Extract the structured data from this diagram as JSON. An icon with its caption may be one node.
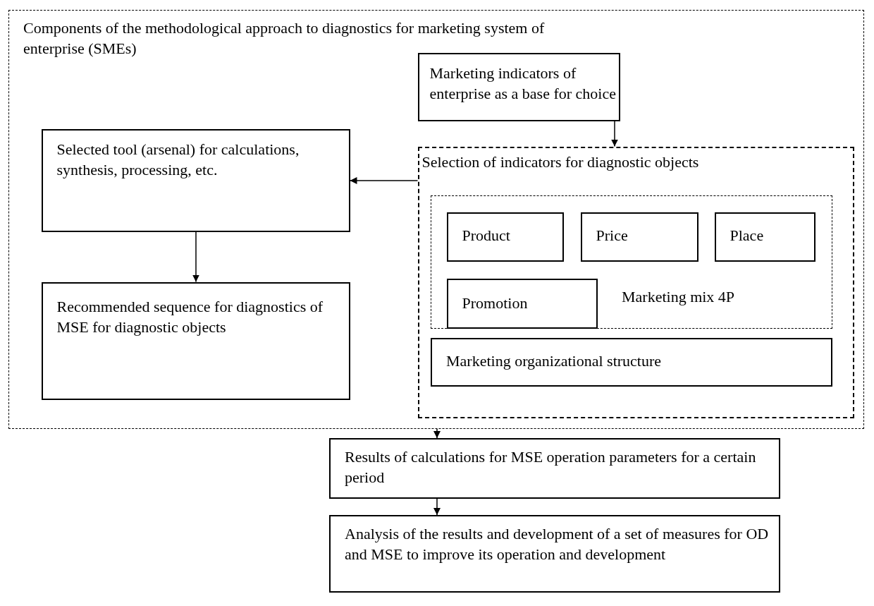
{
  "diagram": {
    "nodes": [
      {
        "text": [
          "Components of the methodological approach to diagnostics for marketing system of enterprise (SMEs)"
        ]
      },
      {
        "text": [
          "Marketing indicators of enterprise as a base for choice"
        ],
        "in": 0
      },
      {
        "text": [
          "Selected tool (arsenal) for calculations, synthesis, processing, etc."
        ],
        "in": 0
      },
      {
        "text": [
          "Selection of indicators for diagnostic objects"
        ],
        "in": 0
      },
      {
        "text": [
          "Marketing mix 4P"
        ],
        "in": 3
      },
      {
        "text": [
          "Product"
        ],
        "in": 4
      },
      {
        "text": [
          "Price"
        ],
        "in": 4
      },
      {
        "text": [
          "Place"
        ],
        "in": 4
      },
      {
        "text": [
          "Promotion"
        ],
        "in": 4
      },
      {
        "text": [
          "Marketing organizational structure"
        ],
        "in": 3
      },
      {
        "text": [
          "Recommended sequence for diagnostics of MSE for diagnostic objects"
        ],
        "in": 0
      },
      {
        "text": [
          "Results of calculations for MSE operation parameters for a certain period"
        ]
      },
      {
        "text": [
          "Analysis of the results and development of a set of measures for OD and MSE to improve its operation and development"
        ]
      }
    ],
    "edges": [
      {
        "from": 1,
        "to": 3,
        "arrow": "to"
      },
      {
        "from": 3,
        "to": 2,
        "arrow": "to"
      },
      {
        "from": 2,
        "to": 10,
        "arrow": "to"
      },
      {
        "from": 0,
        "to": 11,
        "arrow": "to"
      },
      {
        "from": 11,
        "to": 12,
        "arrow": "to"
      }
    ]
  }
}
